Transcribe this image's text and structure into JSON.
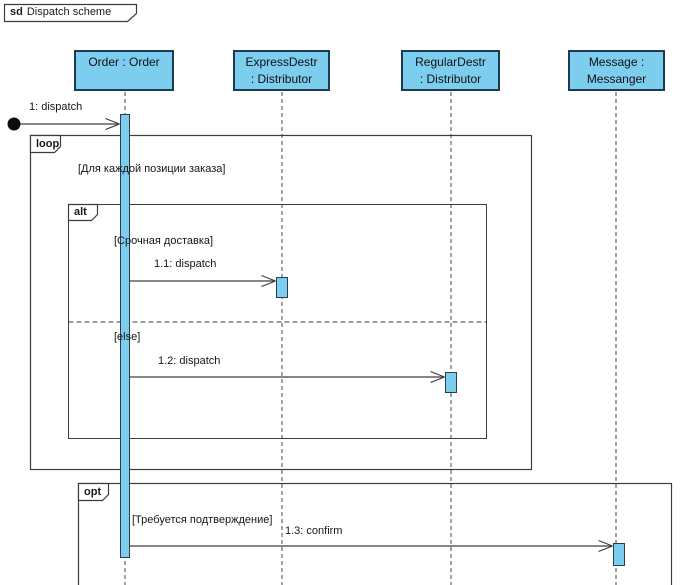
{
  "frame": {
    "keyword": "sd",
    "name": "Dispatch scheme"
  },
  "lifelines": [
    {
      "id": "order",
      "line1": "Order : Order",
      "line2": ""
    },
    {
      "id": "express-destr",
      "line1": "ExpressDestr",
      "line2": ": Distributor"
    },
    {
      "id": "regular-destr",
      "line1": "RegularDestr",
      "line2": ": Distributor"
    },
    {
      "id": "messanger",
      "line1": "Message :",
      "line2": "Messanger"
    }
  ],
  "messages": [
    {
      "id": "1",
      "label": "1: dispatch",
      "from": "found",
      "to": "Order : Order"
    },
    {
      "id": "1.1",
      "label": "1.1: dispatch",
      "from": "Order : Order",
      "to": "ExpressDestr : Distributor"
    },
    {
      "id": "1.2",
      "label": "1.2: dispatch",
      "from": "Order : Order",
      "to": "RegularDestr : Distributor"
    },
    {
      "id": "1.3",
      "label": "1.3: confirm",
      "from": "Order : Order",
      "to": "Message : Messanger"
    }
  ],
  "fragments": {
    "loop": {
      "operator": "loop",
      "guard": "[Для каждой позиции заказа]"
    },
    "alt": {
      "operator": "alt",
      "guard_if": "[Срочная доставка]",
      "guard_else": "[else]"
    },
    "opt": {
      "operator": "opt",
      "guard": "[Требуется подтверждение]"
    }
  },
  "colors": {
    "shape_fill": "#7ccdee",
    "shape_border": "#1c3b52",
    "line": "#3d3d3d",
    "text": "#1a1a1a",
    "background": "#ffffff"
  }
}
